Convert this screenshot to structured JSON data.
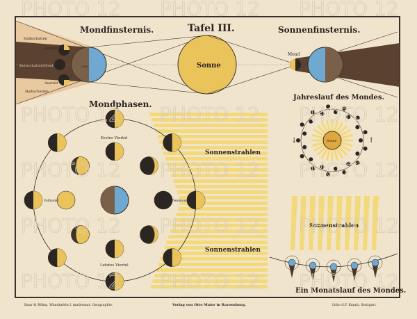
{
  "plate": {
    "title": "Tafel III.",
    "footer_left": "Baur & Böhm, Wandtafeln f. mathemat. Geographie.",
    "footer_center": "Verlag von Otto Maier in Ravensburg.",
    "footer_right": "Litho G.F. Krauſs, Stuttgart.",
    "watermark": "PHOTO 12"
  },
  "lunar_eclipse": {
    "title": "Mondfinsternis.",
    "penumbra_top": "Halbschatten",
    "penumbra_bottom": "Halbschatten",
    "entry": "Eintritt",
    "umbra": "Kernschatten",
    "moon": "Mond",
    "exit": "Austritt",
    "earth": "Erde"
  },
  "sun": {
    "label": "Sonne"
  },
  "solar_eclipse": {
    "title": "Sonnenfinsternis.",
    "moon": "Mond"
  },
  "moon_phases": {
    "title": "Mondphasen.",
    "first_quarter": "Erstes Viertel",
    "last_quarter": "Letztes Viertel",
    "full_moon": "Vollmond",
    "new_moon": "Neumond"
  },
  "sun_rays": {
    "label_top": "Sonnenstrahlen",
    "label_bottom": "Sonnenstrahlen",
    "label_month": "Sonnenstrahlen"
  },
  "annual_orbit": {
    "title": "Jahreslauf des Mondes.",
    "sun": "Sonne"
  },
  "monthly_orbit": {
    "title": "Ein Monatslauf des Mondes."
  },
  "colors": {
    "paper": "#f1e4cc",
    "sun": "#eac35a",
    "shadow": "#5a4130",
    "penumbra": "#e9c9a0",
    "ocean": "#6fa8d0",
    "dark": "#2b2622",
    "ray": "#f3d979"
  }
}
